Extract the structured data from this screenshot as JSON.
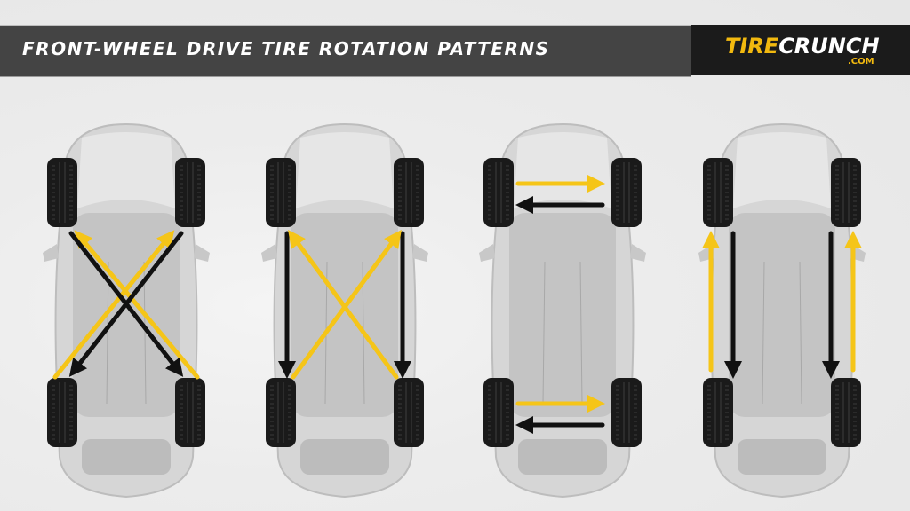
{
  "header": {
    "title": "FRONT-WHEEL DRIVE TIRE ROTATION PATTERNS",
    "banner_color": "#444444"
  },
  "logo": {
    "part1": "TIRE",
    "part2": "CRUNCH",
    "suffix": ".COM",
    "accent_color": "#f2b90f"
  },
  "colors": {
    "yellow_arrow": "#f5c518",
    "black_arrow": "#111111",
    "tire": "#1a1a1a",
    "car_body": "#cfcfcf"
  },
  "diagrams": [
    {
      "name": "x-pattern",
      "arrows": [
        {
          "color": "yellow",
          "from": "rear-left",
          "to": "front-right"
        },
        {
          "color": "yellow",
          "from": "rear-right",
          "to": "front-left"
        },
        {
          "color": "black",
          "from": "front-left",
          "to": "rear-right"
        },
        {
          "color": "black",
          "from": "front-right",
          "to": "rear-left"
        }
      ]
    },
    {
      "name": "forward-cross",
      "arrows": [
        {
          "color": "black",
          "from": "front-left",
          "to": "rear-left"
        },
        {
          "color": "black",
          "from": "front-right",
          "to": "rear-right"
        },
        {
          "color": "yellow",
          "from": "rear-left",
          "to": "front-right"
        },
        {
          "color": "yellow",
          "from": "rear-right",
          "to": "front-left"
        }
      ]
    },
    {
      "name": "side-to-side",
      "arrows": [
        {
          "color": "yellow",
          "from": "front-left",
          "to": "front-right"
        },
        {
          "color": "black",
          "from": "front-right",
          "to": "front-left"
        },
        {
          "color": "yellow",
          "from": "rear-left",
          "to": "rear-right"
        },
        {
          "color": "black",
          "from": "rear-right",
          "to": "rear-left"
        }
      ]
    },
    {
      "name": "front-to-rear",
      "arrows": [
        {
          "color": "yellow",
          "from": "rear-left",
          "to": "front-left"
        },
        {
          "color": "black",
          "from": "front-left",
          "to": "rear-left"
        },
        {
          "color": "black",
          "from": "front-right",
          "to": "rear-right"
        },
        {
          "color": "yellow",
          "from": "rear-right",
          "to": "front-right"
        }
      ]
    }
  ]
}
